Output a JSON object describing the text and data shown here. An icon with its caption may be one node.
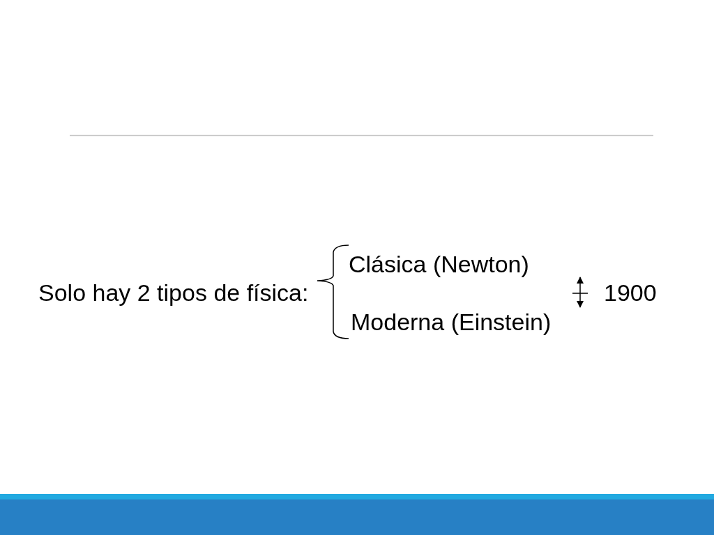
{
  "diagram": {
    "labels": [
      "Solo hay 2 tipos de física:",
      "Clásica (Newton)",
      "Moderna (Einstein)",
      "1900"
    ]
  }
}
